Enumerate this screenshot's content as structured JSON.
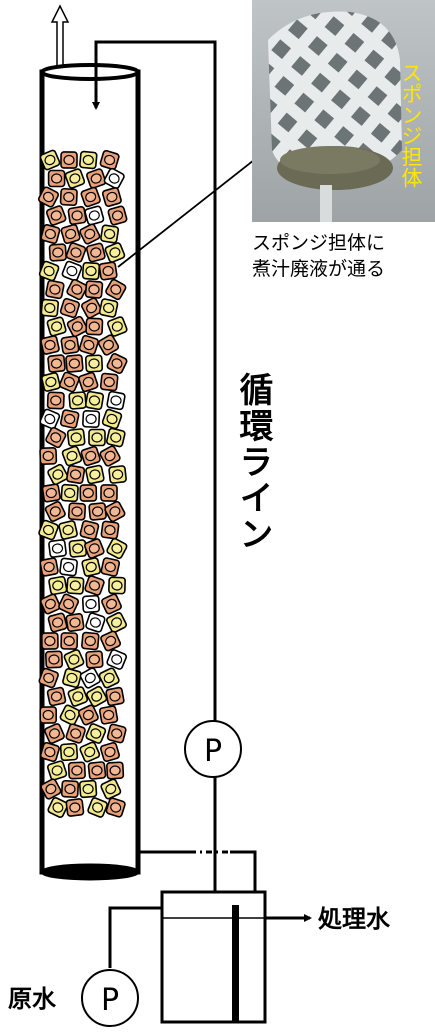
{
  "photo": {
    "label": "スポンジ担体",
    "caption_lines": [
      "スポンジ担体に",
      "煮汁廃液が通る"
    ]
  },
  "recirculation_line_label": "循環ライン",
  "pumps": {
    "recirculation_pump": "P",
    "feed_pump": "P"
  },
  "raw_water_label": "原水",
  "treated_water_label": "処理水",
  "colors": {
    "photo_label": "#ffe600",
    "carrier_orange": "#e8a078",
    "carrier_yellow": "#f2e88c",
    "carrier_white": "#ffffff",
    "lines": "#000000"
  }
}
